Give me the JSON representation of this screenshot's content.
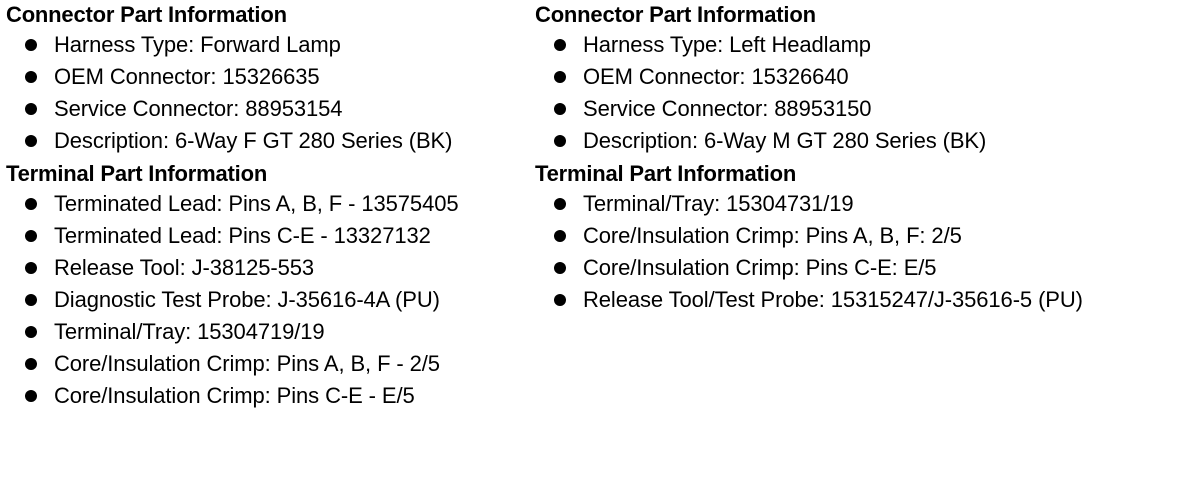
{
  "left": {
    "connector_heading": "Connector Part Information",
    "connector_items": [
      "Harness Type: Forward Lamp",
      "OEM Connector: 15326635",
      "Service Connector: 88953154",
      "Description: 6-Way F GT 280 Series (BK)"
    ],
    "terminal_heading": "Terminal Part Information",
    "terminal_items": [
      "Terminated Lead: Pins A, B, F - 13575405",
      "Terminated Lead: Pins C-E - 13327132",
      "Release Tool: J-38125-553",
      "Diagnostic Test Probe: J-35616-4A (PU)",
      "Terminal/Tray: 15304719/19",
      "Core/Insulation Crimp: Pins A, B, F - 2/5",
      "Core/Insulation Crimp: Pins C-E - E/5"
    ]
  },
  "right": {
    "connector_heading": "Connector Part Information",
    "connector_items": [
      "Harness Type: Left Headlamp",
      "OEM Connector: 15326640",
      "Service Connector: 88953150",
      "Description: 6-Way M GT 280 Series (BK)"
    ],
    "terminal_heading": "Terminal Part Information",
    "terminal_items": [
      "Terminal/Tray: 15304731/19",
      "Core/Insulation Crimp: Pins A, B, F: 2/5",
      "Core/Insulation Crimp: Pins C-E: E/5",
      "Release Tool/Test Probe: 15315247/J-35616-5 (PU)"
    ]
  }
}
